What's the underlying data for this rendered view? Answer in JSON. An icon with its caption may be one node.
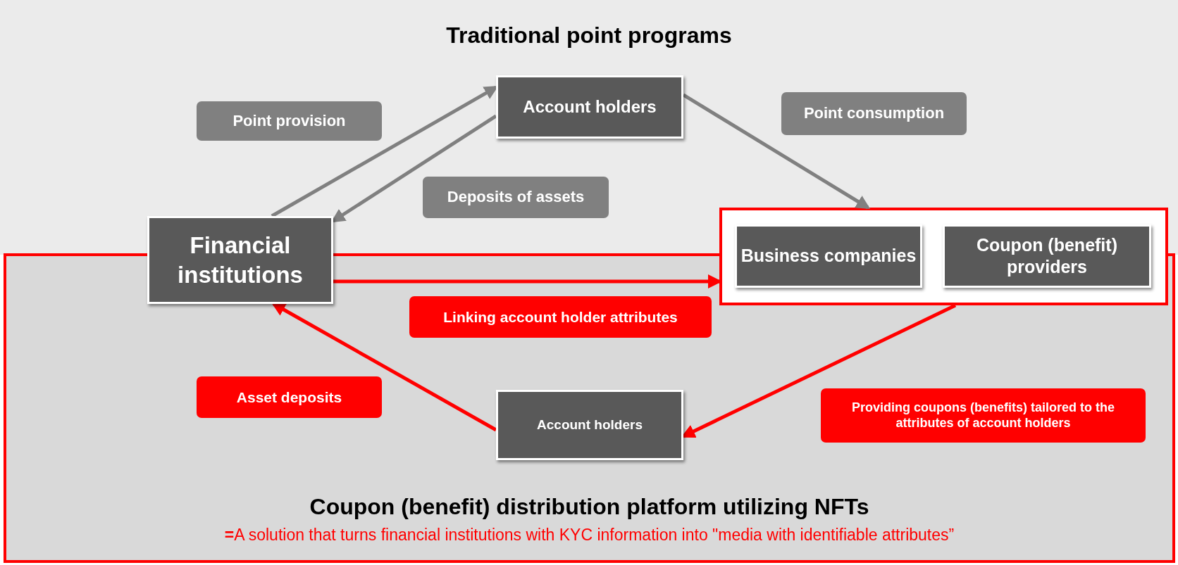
{
  "diagram": {
    "nodes": [
      {
        "text": [
          "Traditional point programs"
        ]
      },
      {
        "text": [
          "Account holders"
        ],
        "in": 0
      },
      {
        "text": [
          "Point provision"
        ],
        "in": 0
      },
      {
        "text": [
          "Point consumption"
        ],
        "in": 0
      },
      {
        "text": [
          "Deposits of assets"
        ],
        "in": 0
      },
      {
        "text": [
          "Financial institutions"
        ]
      },
      {
        "text": [
          "Coupon (benefit) distribution platform utilizing NFTs",
          "**=**A solution that turns financial institutions with KYC information into \"media with identifiable attributes”"
        ]
      },
      {
        "text": [],
        "shape": "box"
      },
      {
        "text": [
          "Business companies"
        ],
        "in": 7
      },
      {
        "text": [
          "Coupon (benefit) providers"
        ],
        "in": 7
      },
      {
        "text": [
          "Linking account holder attributes"
        ],
        "in": 6
      },
      {
        "text": [
          "Asset deposits"
        ],
        "in": 6
      },
      {
        "text": [
          "Account holders"
        ],
        "in": 6
      },
      {
        "text": [
          "Providing coupons (benefits) tailored to the attributes of account holders"
        ],
        "in": 6
      }
    ],
    "edges": [
      {
        "from": 5,
        "to": 1,
        "arrow": "to",
        "color": "#808080"
      },
      {
        "from": 1,
        "to": 5,
        "arrow": "to",
        "color": "#808080"
      },
      {
        "from": 1,
        "to": 7,
        "arrow": "to",
        "color": "#808080"
      },
      {
        "from": 5,
        "to": 7,
        "arrow": "to",
        "color": "#ff0000"
      },
      {
        "from": 7,
        "to": 12,
        "arrow": "to",
        "color": "#ff0000"
      },
      {
        "from": 12,
        "to": 5,
        "arrow": "to",
        "color": "#ff0000"
      }
    ]
  }
}
